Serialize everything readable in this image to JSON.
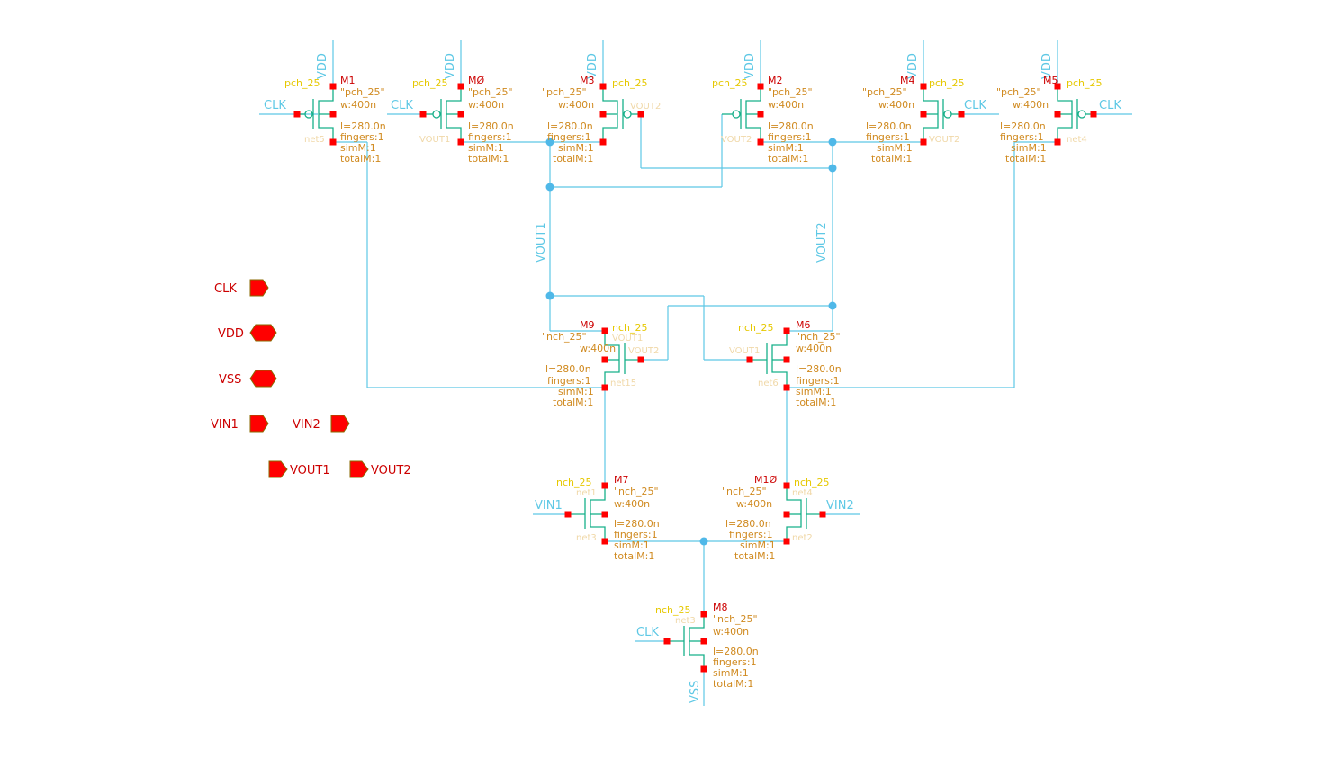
{
  "net_labels": {
    "vdd": "VDD",
    "vss": "VSS",
    "clk": "CLK",
    "vout1": "VOUT1",
    "vout2": "VOUT2",
    "vin1": "VIN1",
    "vin2": "VIN2"
  },
  "pins": [
    "CLK",
    "VDD",
    "VSS",
    "VIN1",
    "VIN2",
    "VOUT1",
    "VOUT2"
  ],
  "pmos_props": {
    "model": "pch_25",
    "cell": "\"pch_25\"",
    "w": "w:400n",
    "l": "l=280.0n",
    "fingers": "fingers:1",
    "simM": "simM:1",
    "totalM": "totalM:1"
  },
  "nmos_props": {
    "model": "nch_25",
    "cell": "\"nch_25\"",
    "w": "w:400n",
    "l": "l=280.0n",
    "fingers": "fingers:1",
    "simM": "simM:1",
    "totalM": "totalM:1"
  },
  "instances": {
    "m1": "M1",
    "m0": "MØ",
    "m3": "M3",
    "m2": "M2",
    "m4": "M4",
    "m5": "M5",
    "m9": "M9",
    "m6": "M6",
    "m7": "M7",
    "m10": "M1Ø",
    "m8": "M8"
  },
  "ghost_labels": {
    "net5": "net5",
    "net4": "net4",
    "net15": "net15",
    "net6": "net6",
    "net3": "net3",
    "net2": "net2",
    "net1": "net1",
    "vout1": "VOUT1",
    "vout2": "VOUT2"
  }
}
